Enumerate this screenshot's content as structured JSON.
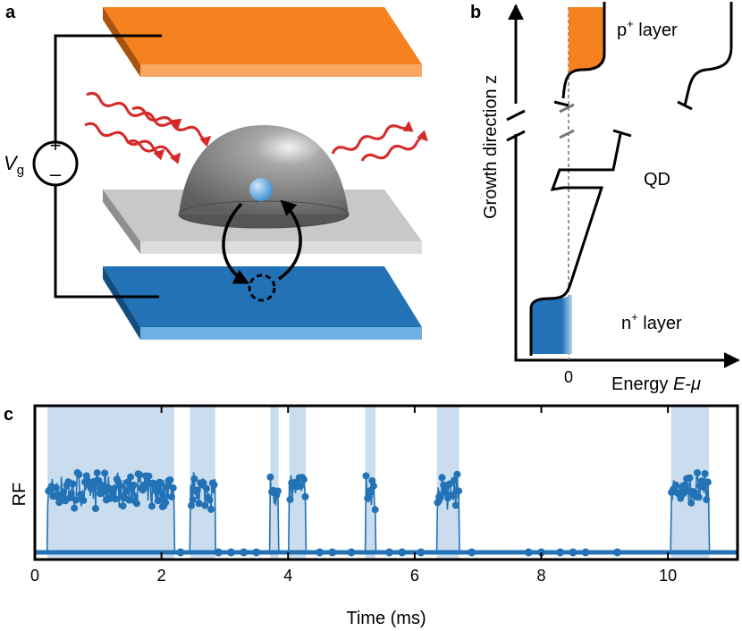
{
  "panel_a": {
    "label": "a",
    "voltage_label": "V",
    "voltage_subscript": "g",
    "plus_sign": "+",
    "minus_sign": "–",
    "colors": {
      "p_layer": "#f5821f",
      "n_layer": "#2272b5",
      "qd_layer": "#c8c8c8",
      "photon": "#d62a2a",
      "dome": "#8a8a8a",
      "electron": "#4a9ad8"
    }
  },
  "panel_b": {
    "label": "b",
    "y_axis_label": "Growth direction z",
    "x_axis_label_prefix": "Energy ",
    "x_axis_label_math": "E-μ",
    "zero_tick": "0",
    "p_layer_label": "p",
    "p_layer_sup": "+",
    "p_layer_suffix": " layer",
    "n_layer_label": "n",
    "n_layer_sup": "+",
    "n_layer_suffix": " layer",
    "qd_label": "QD"
  },
  "panel_c": {
    "label": "c",
    "y_axis_label": "RF",
    "x_axis_label": "Time (ms)",
    "x_ticks": [
      "0",
      "2",
      "4",
      "6",
      "8",
      "10"
    ]
  },
  "chart_data": {
    "type": "line",
    "title": "",
    "xlabel": "Time (ms)",
    "ylabel": "RF",
    "xlim": [
      0,
      11.1
    ],
    "grid": false,
    "series_color": "#2272b5",
    "highlight_color": "#c9ddee",
    "highlight_intervals": [
      [
        0.2,
        2.2
      ],
      [
        2.45,
        2.85
      ],
      [
        3.72,
        3.85
      ],
      [
        4.02,
        4.28
      ],
      [
        5.22,
        5.38
      ],
      [
        6.35,
        6.7
      ],
      [
        10.05,
        10.65
      ]
    ],
    "low_level": 0.0,
    "high_level": 0.55,
    "high_spread": 0.12,
    "low_marker_times": [
      2.3,
      2.9,
      3.1,
      3.3,
      3.5,
      4.5,
      4.7,
      5.0,
      5.6,
      5.8,
      6.1,
      6.9,
      7.8,
      8.0,
      8.3,
      8.5,
      8.7,
      9.2
    ]
  }
}
